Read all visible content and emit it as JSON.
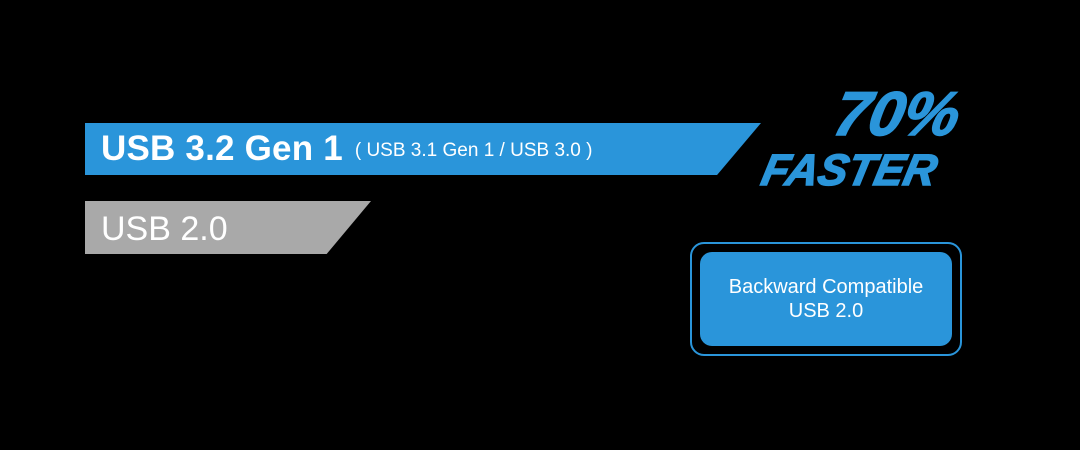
{
  "colors": {
    "background": "#000000",
    "accent_blue": "#2a95da",
    "bar_gray": "#a9a9a9",
    "text_white": "#ffffff"
  },
  "bars": {
    "usb32": {
      "title": "USB 3.2 Gen 1",
      "subtitle": "( USB 3.1 Gen 1 / USB 3.0 )"
    },
    "usb20": {
      "title": "USB 2.0"
    }
  },
  "speed_badge": {
    "percent": "70%",
    "word": "FASTER"
  },
  "compat_badge": {
    "line1": "Backward Compatible",
    "line2": "USB 2.0"
  }
}
